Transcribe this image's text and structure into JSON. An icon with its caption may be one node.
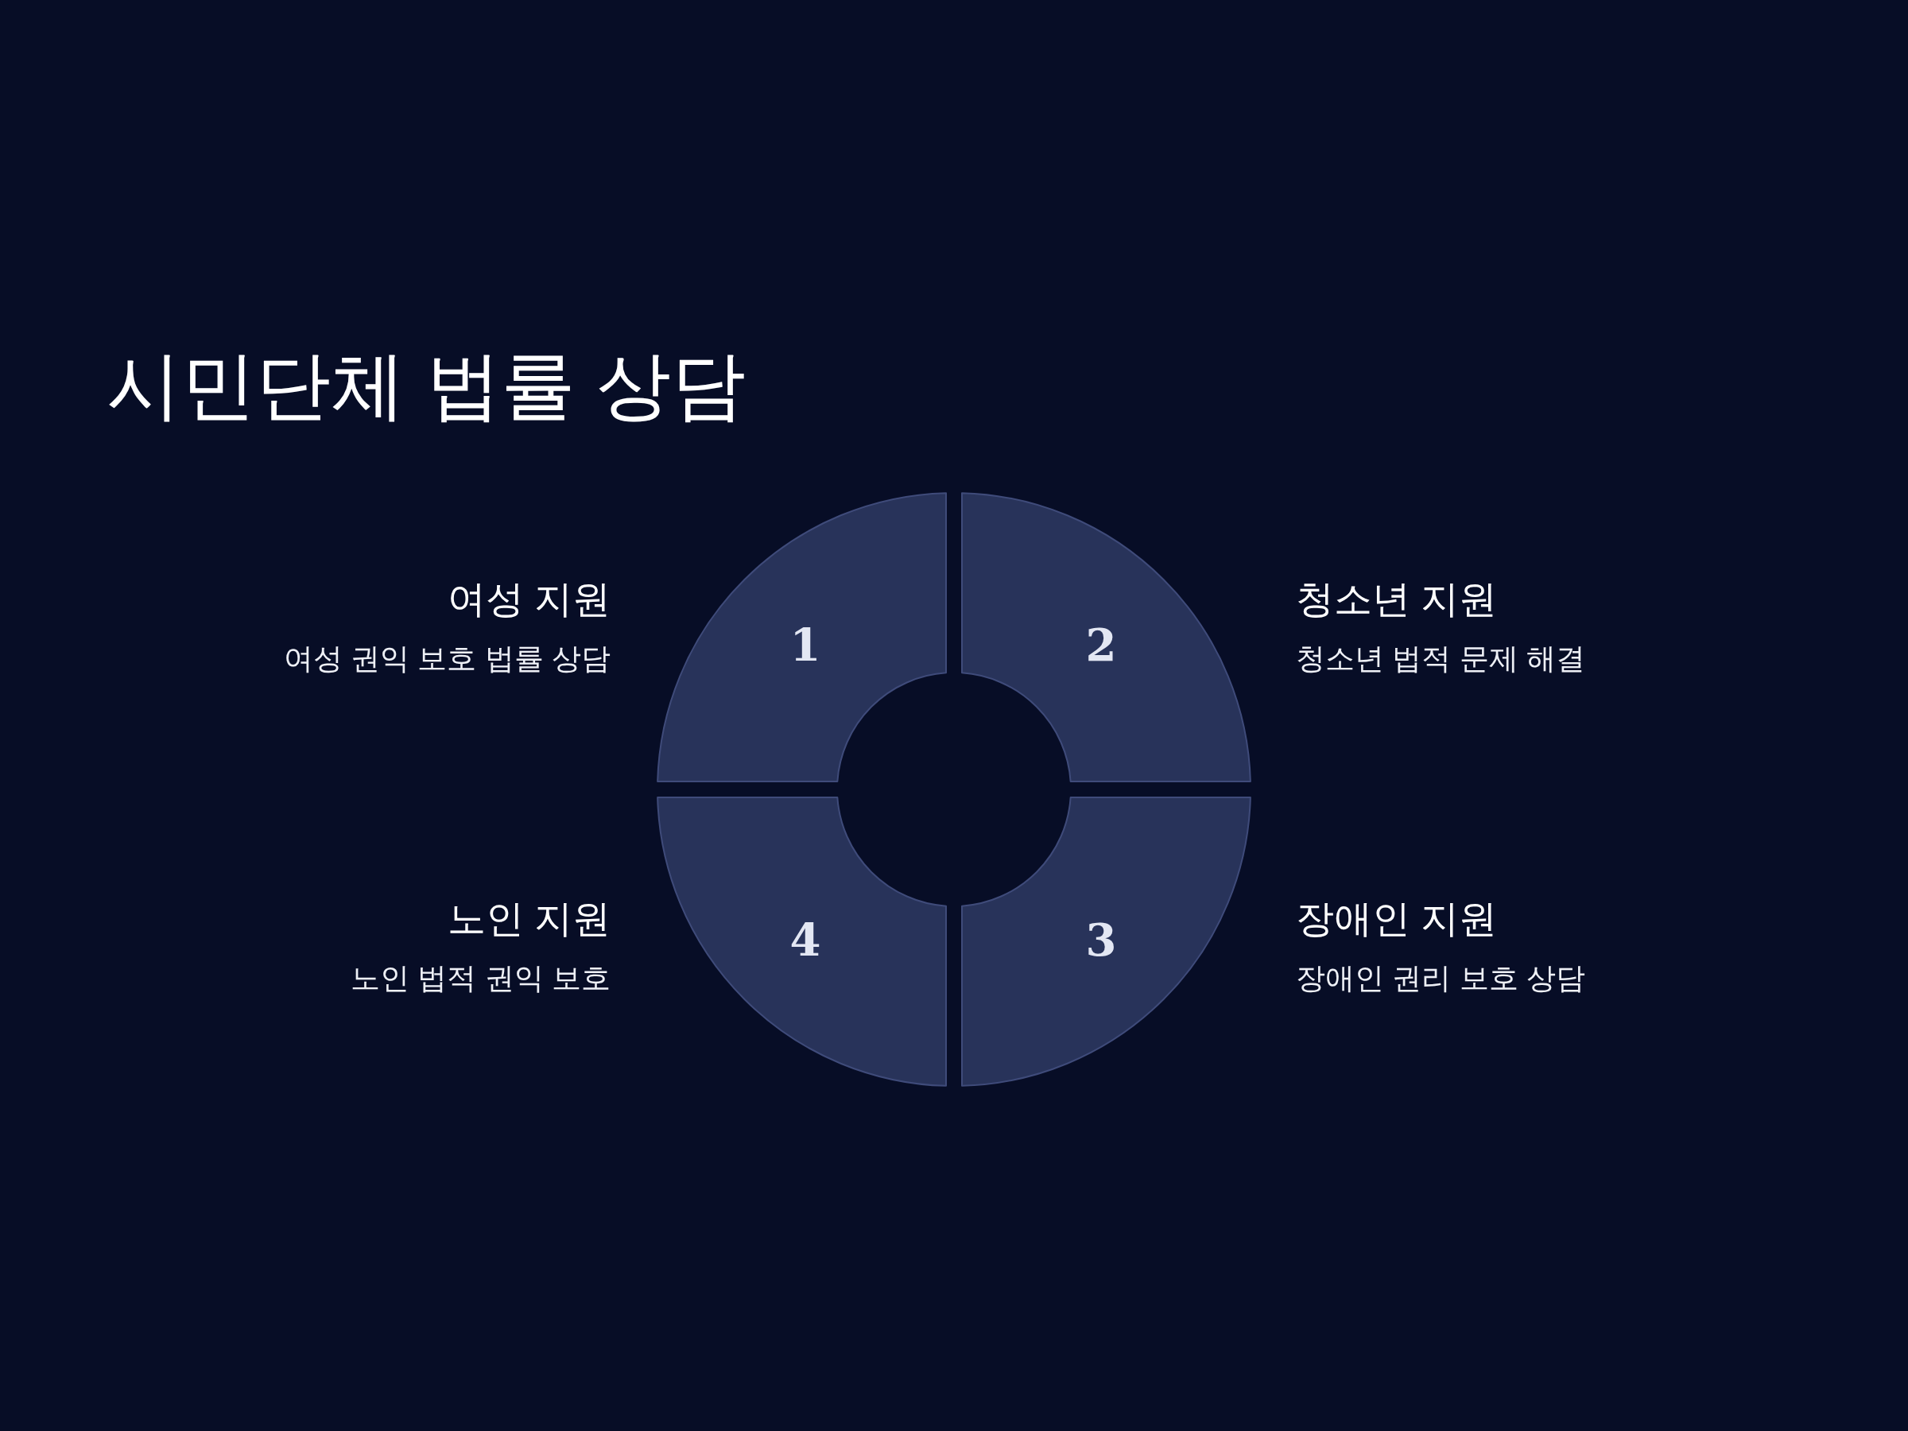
{
  "diagram": {
    "title": "시민단체 법률 상담",
    "nodes": [
      {
        "text": [
          "1"
        ],
        "beside": [
          "여성 지원",
          "여성 권익 보호 법률 상담"
        ]
      },
      {
        "text": [
          "2"
        ],
        "beside": [
          "청소년 지원",
          "청소년 법적 문제 해결"
        ]
      },
      {
        "text": [
          "3"
        ],
        "beside": [
          "장애인 지원",
          "장애인 권리 보호 상담"
        ]
      },
      {
        "text": [
          "4"
        ],
        "beside": [
          "노인 지원",
          "노인 법적 권익 보호"
        ]
      }
    ]
  }
}
